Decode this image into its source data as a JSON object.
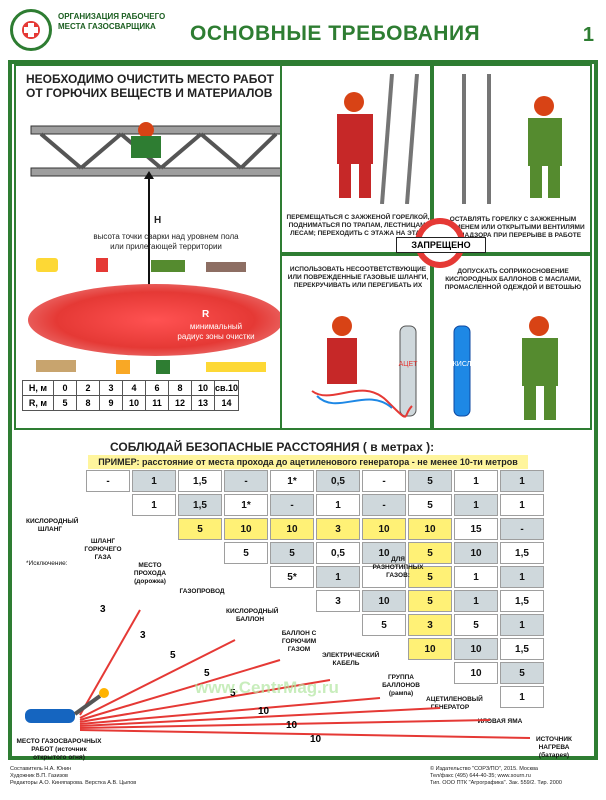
{
  "header": {
    "org_label": "ОРГАНИЗАЦИЯ РАБОЧЕГО МЕСТА ГАЗОСВАРЩИКА",
    "title": "ОСНОВНЫЕ ТРЕБОВАНИЯ",
    "page_number": "1"
  },
  "panel_clean": {
    "heading": "НЕОБХОДИМО ОЧИСТИТЬ МЕСТО РАБОТ ОТ ГОРЮЧИХ ВЕЩЕСТВ И МАТЕРИАЛОВ",
    "h_label": "Н",
    "h_desc": "высота точки сварки над уровнем пола или прилегающей территории",
    "r_label": "R",
    "r_desc": "минимальный радиус зоны очистки",
    "table": {
      "h_row_label": "Н, м",
      "h_values": [
        "0",
        "2",
        "3",
        "4",
        "6",
        "8",
        "10",
        "св.10"
      ],
      "r_row_label": "R, м",
      "r_values": [
        "5",
        "8",
        "9",
        "10",
        "11",
        "12",
        "13",
        "14"
      ]
    }
  },
  "panel_forbidden": {
    "text1": "ПЕРЕМЕЩАТЬСЯ С ЗАЖЖЕНОЙ ГОРЕЛКОЙ, ПОДНИМАТЬСЯ ПО ТРАПАМ, ЛЕСТНИЦАМ, ЛЕСАМ; ПЕРЕХОДИТЬ С ЭТАЖА НА ЭТАЖ",
    "text2": "ОСТАВЛЯТЬ ГОРЕЛКУ С ЗАЖЖЕННЫМ ПЛАМЕНЕМ ИЛИ ОТКРЫТЫМИ ВЕНТИЛЯМИ БЕЗ НАДЗОРА ПРИ ПЕРЕРЫВЕ В РАБОТЕ",
    "text3": "ИСПОЛЬЗОВАТЬ НЕСООТВЕТСТВУЮЩИЕ ИЛИ ПОВРЕЖДЕННЫЕ ГАЗОВЫЕ ШЛАНГИ, ПЕРЕКРУЧИВАТЬ ИЛИ ПЕРЕГИБАТЬ ИХ",
    "text4": "ДОПУСКАТЬ СОПРИКОСНОВЕНИЕ КИСЛОРОДНЫХ БАЛЛОНОВ С МАСЛАМИ, ПРОМАСЛЕННОЙ ОДЕЖДОЙ И ВЕТОШЬЮ",
    "stop": "ЗАПРЕЩЕНО",
    "cyl1": "АЦЕТ",
    "cyl2": "КИСЛ"
  },
  "distances": {
    "title": "СОБЛЮДАЙ БЕЗОПАСНЫЕ РАССТОЯНИЯ ( в метрах ):",
    "example": "ПРИМЕР: расстояние от места прохода до ацетиленового генератора - не менее 10-ти метров",
    "rows": [
      [
        "-",
        "1",
        "1,5",
        "-",
        "1*",
        "0,5",
        "-",
        "5",
        "1",
        "1"
      ],
      [
        "",
        "1",
        "1,5",
        "1*",
        "-",
        "1",
        "-",
        "5",
        "1",
        "1"
      ],
      [
        "",
        "",
        "5",
        "10",
        "10",
        "3",
        "10",
        "10",
        "15",
        "-"
      ],
      [
        "",
        "",
        "",
        "5",
        "5",
        "0,5",
        "10",
        "5",
        "10",
        "1,5"
      ],
      [
        "",
        "",
        "",
        "",
        "5*",
        "1",
        "",
        "5",
        "1",
        "1"
      ],
      [
        "",
        "",
        "",
        "",
        "",
        "3",
        "10",
        "5",
        "1",
        "1,5"
      ],
      [
        "",
        "",
        "",
        "",
        "",
        "",
        "5",
        "3",
        "5",
        "1"
      ],
      [
        "",
        "",
        "",
        "",
        "",
        "",
        "",
        "10",
        "10",
        "1,5"
      ],
      [
        "",
        "",
        "",
        "",
        "",
        "",
        "",
        "",
        "10",
        "5"
      ],
      [
        "",
        "",
        "",
        "",
        "",
        "",
        "",
        "",
        "",
        "1"
      ]
    ],
    "for_cylinders": "ДЛЯ РАЗНОТИПНЫХ ГАЗОВ:",
    "exception": "*Исключение:",
    "labels": {
      "oxygen_hose": "КИСЛОРОДНЫЙ ШЛАНГ",
      "fuel_hose": "ШЛАНГ ГОРЮЧЕГО ГАЗА",
      "passage": "МЕСТО ПРОХОДА (дорожка)",
      "gas_pipe": "ГАЗОПРОВОД",
      "oxygen_cylinder": "КИСЛОРОДНЫЙ БАЛЛОН",
      "fuel_cylinder": "БАЛЛОН С ГОРЮЧИМ ГАЗОМ",
      "cable": "ЭЛЕКТРИЧЕСКИЙ КАБЕЛЬ",
      "cylinder_group": "ГРУППА БАЛЛОНОВ (рампа)",
      "generator": "АЦЕТИЛЕНОВЫЙ ГЕНЕРАТОР",
      "silt_pit": "ИЛОВАЯ ЯМА",
      "heater": "ИСТОЧНИК НАГРЕВА (батарея)",
      "work_place": "МЕСТО ГАЗОСВАРОЧНЫХ РАБОТ (источник открытого огня)"
    },
    "arrow_values": [
      "3",
      "3",
      "5",
      "5",
      "5",
      "10",
      "10",
      "10"
    ]
  },
  "watermark": "www.CentrMag.ru",
  "footer": {
    "left": "Составитель Н.А. Юнин\nХудожник В.П. Газизов\nРедакторы А.О. Киняпарова. Верстка А.В. Цыпов",
    "right": "© Издательство \"СОРЗ/ПО\", 2015. Москва\nТел/факс (495) 644-40-35; www.sourn.ru\nТип. ООО ПТК \"Агрографика\". Зак. 559/2. Тир. 2000"
  },
  "colors": {
    "green": "#2e7d32",
    "red": "#e53935",
    "yellow": "#fff176",
    "grey": "#cfd8dc"
  }
}
